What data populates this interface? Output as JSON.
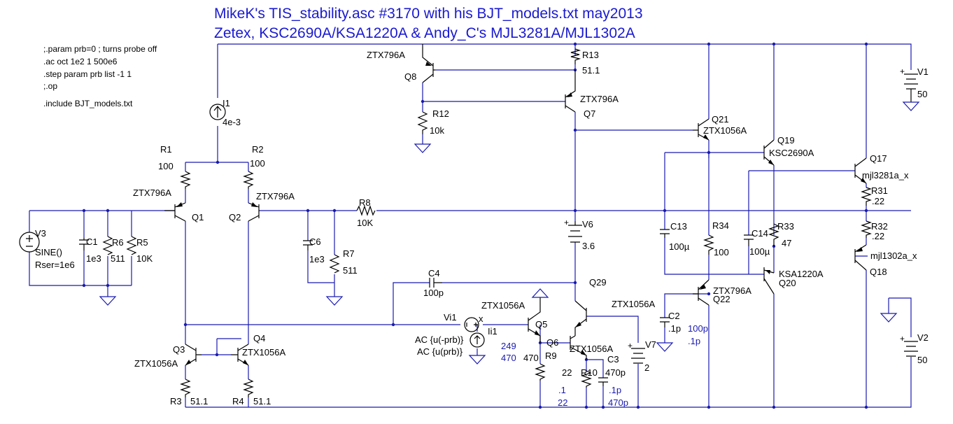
{
  "title": {
    "line1": "MikeK's TIS_stability.asc #3170 with his BJT_models.txt may2013",
    "line2": "Zetex, KSC2690A/KSA1220A & Andy_C's MJL3281A/MJL1302A"
  },
  "directives": [
    ";.param prb=0  ; turns probe off",
    ".ac oct 1e2 1 500e6",
    ".step param prb list -1 1",
    ";.op",
    ".include BJT_models.txt"
  ],
  "transistors": {
    "Q1": {
      "name": "Q1",
      "model": "ZTX796A"
    },
    "Q2": {
      "name": "Q2",
      "model": "ZTX796A"
    },
    "Q3": {
      "name": "Q3",
      "model": "ZTX1056A"
    },
    "Q4": {
      "name": "Q4",
      "model": "ZTX1056A"
    },
    "Q5": {
      "name": "Q5",
      "model": "ZTX1056A"
    },
    "Q6": {
      "name": "Q6",
      "model": "ZTX1056A"
    },
    "Q7": {
      "name": "Q7",
      "model": "ZTX796A"
    },
    "Q8": {
      "name": "Q8",
      "model": "ZTX796A"
    },
    "Q17": {
      "name": "Q17",
      "model": "mjl3281a_x"
    },
    "Q18": {
      "name": "Q18",
      "model": "mjl1302a_x"
    },
    "Q19": {
      "name": "Q19",
      "model": "KSC2690A"
    },
    "Q20": {
      "name": "Q20",
      "model": "KSA1220A"
    },
    "Q21": {
      "name": "Q21",
      "model": "ZTX1056A"
    },
    "Q22": {
      "name": "Q22",
      "model": "ZTX796A"
    },
    "Q29": {
      "name": "Q29",
      "model": "ZTX1056A"
    }
  },
  "resistors": {
    "R1": {
      "name": "R1",
      "value": "100"
    },
    "R2": {
      "name": "R2",
      "value": "100"
    },
    "R3": {
      "name": "R3",
      "value": "51.1"
    },
    "R4": {
      "name": "R4",
      "value": "51.1"
    },
    "R5": {
      "name": "R5",
      "value": "10K"
    },
    "R6": {
      "name": "R6",
      "value": "511"
    },
    "R7": {
      "name": "R7",
      "value": "511"
    },
    "R8": {
      "name": "R8",
      "value": "10K"
    },
    "R9": {
      "name": "R9",
      "value": "470",
      "alt1": "249",
      "alt2": "470"
    },
    "R10": {
      "name": "R10",
      "value": "22",
      "alt1": ".1",
      "alt2": "22"
    },
    "R12": {
      "name": "R12",
      "value": "10k"
    },
    "R13": {
      "name": "R13",
      "value": "51.1"
    },
    "R31": {
      "name": "R31",
      "value": ".22"
    },
    "R32": {
      "name": "R32",
      "value": ".22"
    },
    "R33": {
      "name": "R33",
      "value": "47"
    },
    "R34": {
      "name": "R34",
      "value": "100"
    }
  },
  "capacitors": {
    "C1": {
      "name": "C1",
      "value": "1e3"
    },
    "C2": {
      "name": "C2",
      "value": ".1p",
      "alt1": "100p",
      "alt2": ".1p"
    },
    "C3": {
      "name": "C3",
      "value": "470p",
      "alt1": ".1p",
      "alt2": "470p"
    },
    "C4": {
      "name": "C4",
      "value": "100p"
    },
    "C6": {
      "name": "C6",
      "value": "1e3"
    },
    "C13": {
      "name": "C13",
      "value": "100µ"
    },
    "C14": {
      "name": "C14",
      "value": "100µ"
    }
  },
  "sources": {
    "I1": {
      "name": "I1",
      "value": "4e-3"
    },
    "V1": {
      "name": "V1",
      "value": "50"
    },
    "V2": {
      "name": "V2",
      "value": "50"
    },
    "V3": {
      "name": "V3",
      "value1": "SINE()",
      "value2": "Rser=1e6"
    },
    "V6": {
      "name": "V6",
      "value": "3.6"
    },
    "V7": {
      "name": "V7",
      "value": "2"
    },
    "Vi1": {
      "name": "Vi1",
      "value": "AC {u(-prb)}"
    },
    "Ii1": {
      "name": "Ii1",
      "value": "AC {u(prb)}"
    }
  },
  "net_labels": {
    "x": "x"
  }
}
